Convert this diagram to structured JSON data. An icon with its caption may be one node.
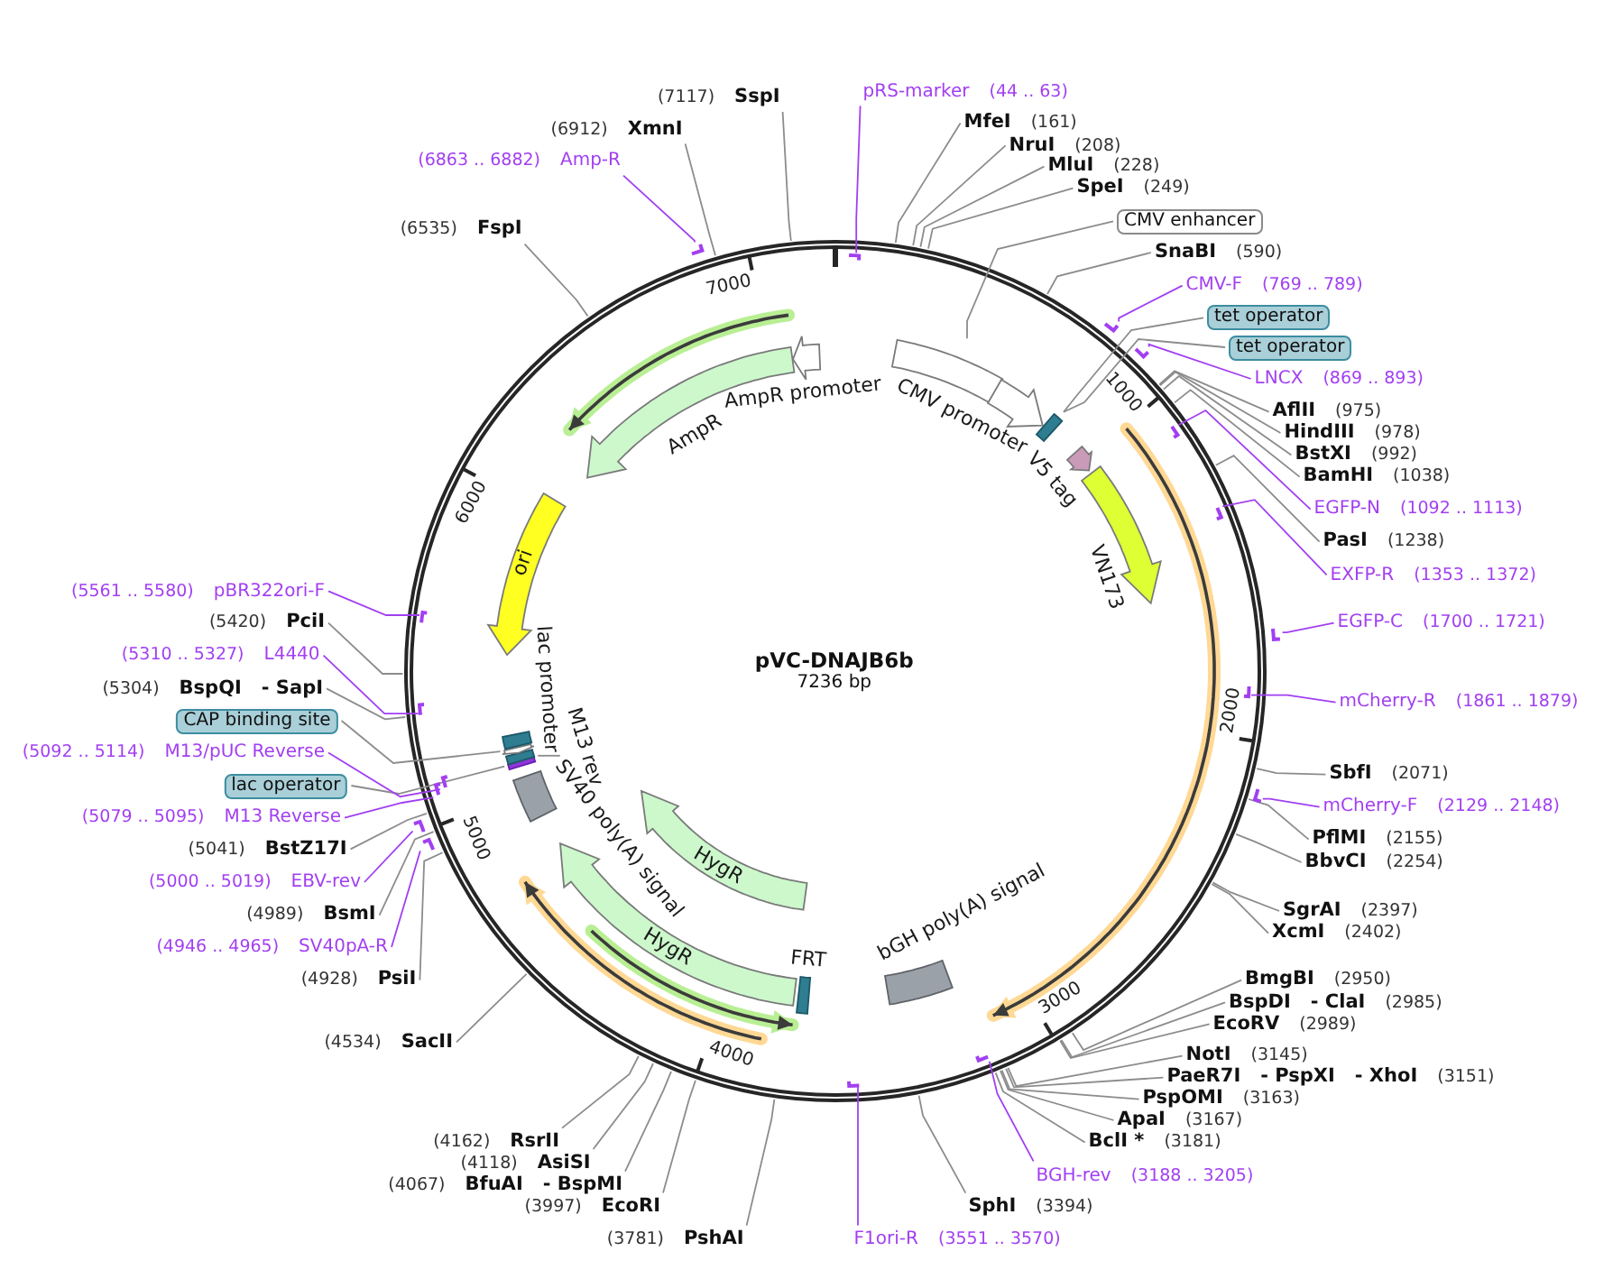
{
  "diagram": {
    "nodes": [
      {
        "text": [
          "pVC-DNAJB6b",
          "7236 bp"
        ]
      },
      {
        "text": [
          "pRS-marker",
          "(44 .. 63)"
        ]
      },
      {
        "text": [],
        "shape": "bar",
        "in": 0
      },
      {
        "text": [
          "MfeI",
          "(161)"
        ]
      },
      {
        "text": [
          "NruI",
          "(208)"
        ]
      },
      {
        "text": [
          "MluI",
          "(228)"
        ]
      },
      {
        "text": [
          "SpeI",
          "(249)"
        ]
      },
      {
        "text": [
          "CMV enhancer"
        ]
      },
      {
        "text": [
          "SnaBI",
          "(590)"
        ]
      },
      {
        "text": [
          "CMV-F",
          "(769 .. 789)"
        ]
      },
      {
        "text": [],
        "shape": "bar",
        "in": 0
      },
      {
        "text": [
          "tet operator"
        ]
      },
      {
        "text": [
          "tet operator"
        ]
      },
      {
        "text": [
          "LNCX",
          "(869 .. 893)"
        ]
      },
      {
        "text": [],
        "shape": "bar",
        "in": 0
      },
      {
        "text": [
          "AflII",
          "(975)"
        ]
      },
      {
        "text": [
          "HindIII",
          "(978)"
        ]
      },
      {
        "text": [
          "BstXI",
          "(992)"
        ]
      },
      {
        "text": [
          "BamHI",
          "(1038)"
        ]
      },
      {
        "text": [
          "EGFP-N",
          "(1092 .. 1113)"
        ]
      },
      {
        "text": [],
        "shape": "bar",
        "in": 0
      },
      {
        "text": [
          "PasI",
          "(1238)"
        ]
      },
      {
        "text": [
          "EXFP-R",
          "(1353 .. 1372)"
        ]
      },
      {
        "text": [],
        "shape": "bar",
        "in": 0
      },
      {
        "text": [
          "EGFP-C",
          "(1700 .. 1721)"
        ]
      },
      {
        "text": [],
        "shape": "bar"
      },
      {
        "text": [
          "mCherry-R",
          "(1861 .. 1879)"
        ]
      },
      {
        "text": [],
        "shape": "bar",
        "in": 0
      },
      {
        "text": [
          "SbfI",
          "(2071)"
        ]
      },
      {
        "text": [
          "mCherry-F",
          "(2129 .. 2148)"
        ]
      },
      {
        "text": [],
        "shape": "bar",
        "in": 0
      },
      {
        "text": [
          "PflMI",
          "(2155)"
        ]
      },
      {
        "text": [
          "BbvCI",
          "(2254)"
        ]
      },
      {
        "text": [
          "SgrAI",
          "(2397)"
        ]
      },
      {
        "text": [
          "XcmI",
          "(2402)"
        ]
      },
      {
        "text": [
          "BmgBI",
          "(2950)"
        ]
      },
      {
        "text": [
          "BspDI",
          "- ClaI",
          "(2985)"
        ]
      },
      {
        "text": [
          "EcoRV",
          "(2989)"
        ]
      },
      {
        "text": [
          "NotI",
          "(3145)"
        ]
      },
      {
        "text": [
          "PaeR7I",
          "- PspXI",
          "- XhoI",
          "(3151)"
        ]
      },
      {
        "text": [
          "PspOMI",
          "(3163)"
        ]
      },
      {
        "text": [
          "ApaI",
          "(3167)"
        ]
      },
      {
        "text": [
          "BclI *",
          "(3181)"
        ]
      },
      {
        "text": [
          "BGH-rev",
          "(3188 .. 3205)"
        ]
      },
      {
        "text": [],
        "shape": "bar",
        "in": 0
      },
      {
        "text": [
          "SphI",
          "(3394)"
        ]
      },
      {
        "text": [
          "F1ori-R",
          "(3551 .. 3570)"
        ]
      },
      {
        "text": [],
        "shape": "bar",
        "in": 0
      },
      {
        "text": [
          "(3781)",
          "PshAI"
        ]
      },
      {
        "text": [
          "(3997)",
          "EcoRI"
        ]
      },
      {
        "text": [
          "(4067)",
          "BfuAI",
          "- BspMI"
        ]
      },
      {
        "text": [
          "(4118)",
          "AsiSI"
        ]
      },
      {
        "text": [
          "(4162)",
          "RsrII"
        ]
      },
      {
        "text": [
          "(4534)",
          "SacII"
        ]
      },
      {
        "text": [
          "(4928)",
          "PsiI"
        ]
      },
      {
        "text": [
          "(4946 .. 4965)",
          "SV40pA-R"
        ]
      },
      {
        "text": [],
        "shape": "bar",
        "in": 0
      },
      {
        "text": [
          "(4989)",
          "BsmI"
        ]
      },
      {
        "text": [
          "(5000 .. 5019)",
          "EBV-rev"
        ]
      },
      {
        "text": [],
        "shape": "bar",
        "in": 0
      },
      {
        "text": [
          "(5041)",
          "BstZ17I"
        ]
      },
      {
        "text": [
          "(5079 .. 5095)",
          "M13 Reverse"
        ]
      },
      {
        "text": [],
        "shape": "bar",
        "in": 0
      },
      {
        "text": [
          "lac operator"
        ]
      },
      {
        "text": [
          "(5092 .. 5114)",
          "M13/pUC Reverse"
        ]
      },
      {
        "text": [],
        "shape": "bar",
        "in": 0
      },
      {
        "text": [
          "CAP binding site"
        ]
      },
      {
        "text": [
          "(5304)",
          "BspQI",
          "- SapI"
        ]
      },
      {
        "text": [
          "(5310 .. 5327)",
          "L4440"
        ]
      },
      {
        "text": [],
        "shape": "bar",
        "in": 0
      },
      {
        "text": [
          "(5420)",
          "PciI"
        ]
      },
      {
        "text": [
          "(5561 .. 5580)",
          "pBR322ori-F"
        ]
      },
      {
        "text": [],
        "shape": "bar",
        "in": 0
      },
      {
        "text": [
          "(6535)",
          "FspI"
        ]
      },
      {
        "text": [
          "(6863 .. 6882)",
          "Amp-R"
        ]
      },
      {
        "text": [],
        "shape": "bar",
        "in": 0
      },
      {
        "text": [
          "(6912)",
          "XmnI"
        ]
      },
      {
        "text": [
          "(7117)",
          "SspI"
        ]
      },
      {
        "text": [],
        "shape": "box",
        "in": 0
      },
      {
        "text": [],
        "shape": "arrow",
        "beside": [
          "CMV promoter"
        ],
        "in": 0
      },
      {
        "text": [],
        "shape": "box",
        "in": 0
      },
      {
        "text": [],
        "shape": "arrow",
        "beside": [
          "V5 tag"
        ],
        "in": 0
      },
      {
        "text": [],
        "shape": "arrow",
        "beside": [
          "VN173"
        ],
        "in": 0
      },
      {
        "text": [],
        "shape": "box",
        "beside": [
          "bGH poly(A) signal"
        ],
        "in": 0
      },
      {
        "text": [],
        "shape": "box",
        "beside": [
          "FRT"
        ],
        "in": 0
      },
      {
        "text": [
          "HygR"
        ],
        "in": 0
      },
      {
        "text": [
          "HygR"
        ],
        "in": 0
      },
      {
        "text": [],
        "shape": "box",
        "beside": [
          "SV40 poly(A) signal"
        ],
        "in": 0
      },
      {
        "text": [
          "M13 rev"
        ],
        "in": 0
      },
      {
        "text": [],
        "shape": "box",
        "in": 0
      },
      {
        "text": [],
        "shape": "box",
        "in": 0
      },
      {
        "text": [],
        "shape": "arrow",
        "beside": [
          "lac promoter"
        ],
        "in": 0
      },
      {
        "text": [],
        "shape": "box",
        "in": 0
      },
      {
        "text": [
          "ori"
        ],
        "in": 0
      },
      {
        "text": [],
        "shape": "arrow",
        "beside": [
          "AmpR"
        ],
        "in": 0
      },
      {
        "text": [],
        "shape": "arrow",
        "beside": [
          "AmpR promoter"
        ],
        "in": 0
      }
    ],
    "edges": [
      {
        "from": 1,
        "to": 2,
        "arrow": "none",
        "color": "#a23ff2"
      },
      {
        "from": 3,
        "to": 0,
        "arrow": "none"
      },
      {
        "from": 4,
        "to": 0,
        "arrow": "none"
      },
      {
        "from": 5,
        "to": 0,
        "arrow": "none"
      },
      {
        "from": 6,
        "to": 0,
        "arrow": "none"
      },
      {
        "from": 7,
        "to": 78,
        "arrow": "none"
      },
      {
        "from": 8,
        "to": 0,
        "arrow": "none"
      },
      {
        "from": 9,
        "to": 10,
        "arrow": "none",
        "color": "#a23ff2"
      },
      {
        "from": 11,
        "to": 80,
        "arrow": "none"
      },
      {
        "from": 12,
        "to": 80,
        "arrow": "none"
      },
      {
        "from": 13,
        "to": 14,
        "arrow": "none",
        "color": "#a23ff2"
      },
      {
        "from": 15,
        "to": 0,
        "arrow": "none"
      },
      {
        "from": 16,
        "to": 0,
        "arrow": "none"
      },
      {
        "from": 17,
        "to": 0,
        "arrow": "none"
      },
      {
        "from": 18,
        "to": 0,
        "arrow": "none"
      },
      {
        "from": 19,
        "to": 20,
        "arrow": "none",
        "color": "#a23ff2"
      },
      {
        "from": 21,
        "to": 0,
        "arrow": "none"
      },
      {
        "from": 22,
        "to": 23,
        "arrow": "none",
        "color": "#a23ff2"
      },
      {
        "from": 24,
        "to": 25,
        "arrow": "none",
        "color": "#a23ff2"
      },
      {
        "from": 26,
        "to": 27,
        "arrow": "none",
        "color": "#a23ff2"
      },
      {
        "from": 28,
        "to": 0,
        "arrow": "none"
      },
      {
        "from": 29,
        "to": 30,
        "arrow": "none",
        "color": "#a23ff2"
      },
      {
        "from": 31,
        "to": 0,
        "arrow": "none"
      },
      {
        "from": 32,
        "to": 0,
        "arrow": "none"
      },
      {
        "from": 33,
        "to": 0,
        "arrow": "none"
      },
      {
        "from": 34,
        "to": 0,
        "arrow": "none"
      },
      {
        "from": 35,
        "to": 0,
        "arrow": "none"
      },
      {
        "from": 36,
        "to": 0,
        "arrow": "none"
      },
      {
        "from": 37,
        "to": 0,
        "arrow": "none"
      },
      {
        "from": 38,
        "to": 0,
        "arrow": "none"
      },
      {
        "from": 39,
        "to": 0,
        "arrow": "none"
      },
      {
        "from": 40,
        "to": 0,
        "arrow": "none"
      },
      {
        "from": 41,
        "to": 0,
        "arrow": "none"
      },
      {
        "from": 42,
        "to": 0,
        "arrow": "none"
      },
      {
        "from": 43,
        "to": 44,
        "arrow": "none",
        "color": "#a23ff2"
      },
      {
        "from": 45,
        "to": 0,
        "arrow": "none"
      },
      {
        "from": 46,
        "to": 47,
        "arrow": "none",
        "color": "#a23ff2"
      },
      {
        "from": 48,
        "to": 0,
        "arrow": "none"
      },
      {
        "from": 49,
        "to": 0,
        "arrow": "none"
      },
      {
        "from": 50,
        "to": 0,
        "arrow": "none"
      },
      {
        "from": 51,
        "to": 0,
        "arrow": "none"
      },
      {
        "from": 52,
        "to": 0,
        "arrow": "none"
      },
      {
        "from": 53,
        "to": 0,
        "arrow": "none"
      },
      {
        "from": 54,
        "to": 0,
        "arrow": "none"
      },
      {
        "from": 55,
        "to": 56,
        "arrow": "none",
        "color": "#a23ff2"
      },
      {
        "from": 57,
        "to": 0,
        "arrow": "none"
      },
      {
        "from": 58,
        "to": 59,
        "arrow": "none",
        "color": "#a23ff2"
      },
      {
        "from": 60,
        "to": 0,
        "arrow": "none"
      },
      {
        "from": 61,
        "to": 62,
        "arrow": "none",
        "color": "#a23ff2"
      },
      {
        "from": 63,
        "to": 90,
        "arrow": "none"
      },
      {
        "from": 64,
        "to": 65,
        "arrow": "none",
        "color": "#a23ff2"
      },
      {
        "from": 66,
        "to": 92,
        "arrow": "none"
      },
      {
        "from": 67,
        "to": 0,
        "arrow": "none"
      },
      {
        "from": 68,
        "to": 69,
        "arrow": "none",
        "color": "#a23ff2"
      },
      {
        "from": 70,
        "to": 0,
        "arrow": "none"
      },
      {
        "from": 71,
        "to": 72,
        "arrow": "none",
        "color": "#a23ff2"
      },
      {
        "from": 73,
        "to": 0,
        "arrow": "none"
      },
      {
        "from": 74,
        "to": 75,
        "arrow": "none",
        "color": "#a23ff2"
      },
      {
        "from": 76,
        "to": 0,
        "arrow": "none"
      },
      {
        "from": 77,
        "to": 0,
        "arrow": "none"
      },
      {
        "from": 88,
        "to": 89,
        "arrow": "none"
      }
    ],
    "labels": [
      "7000",
      "1000",
      "6000",
      "2000",
      "5000",
      "3000",
      "4000"
    ]
  }
}
